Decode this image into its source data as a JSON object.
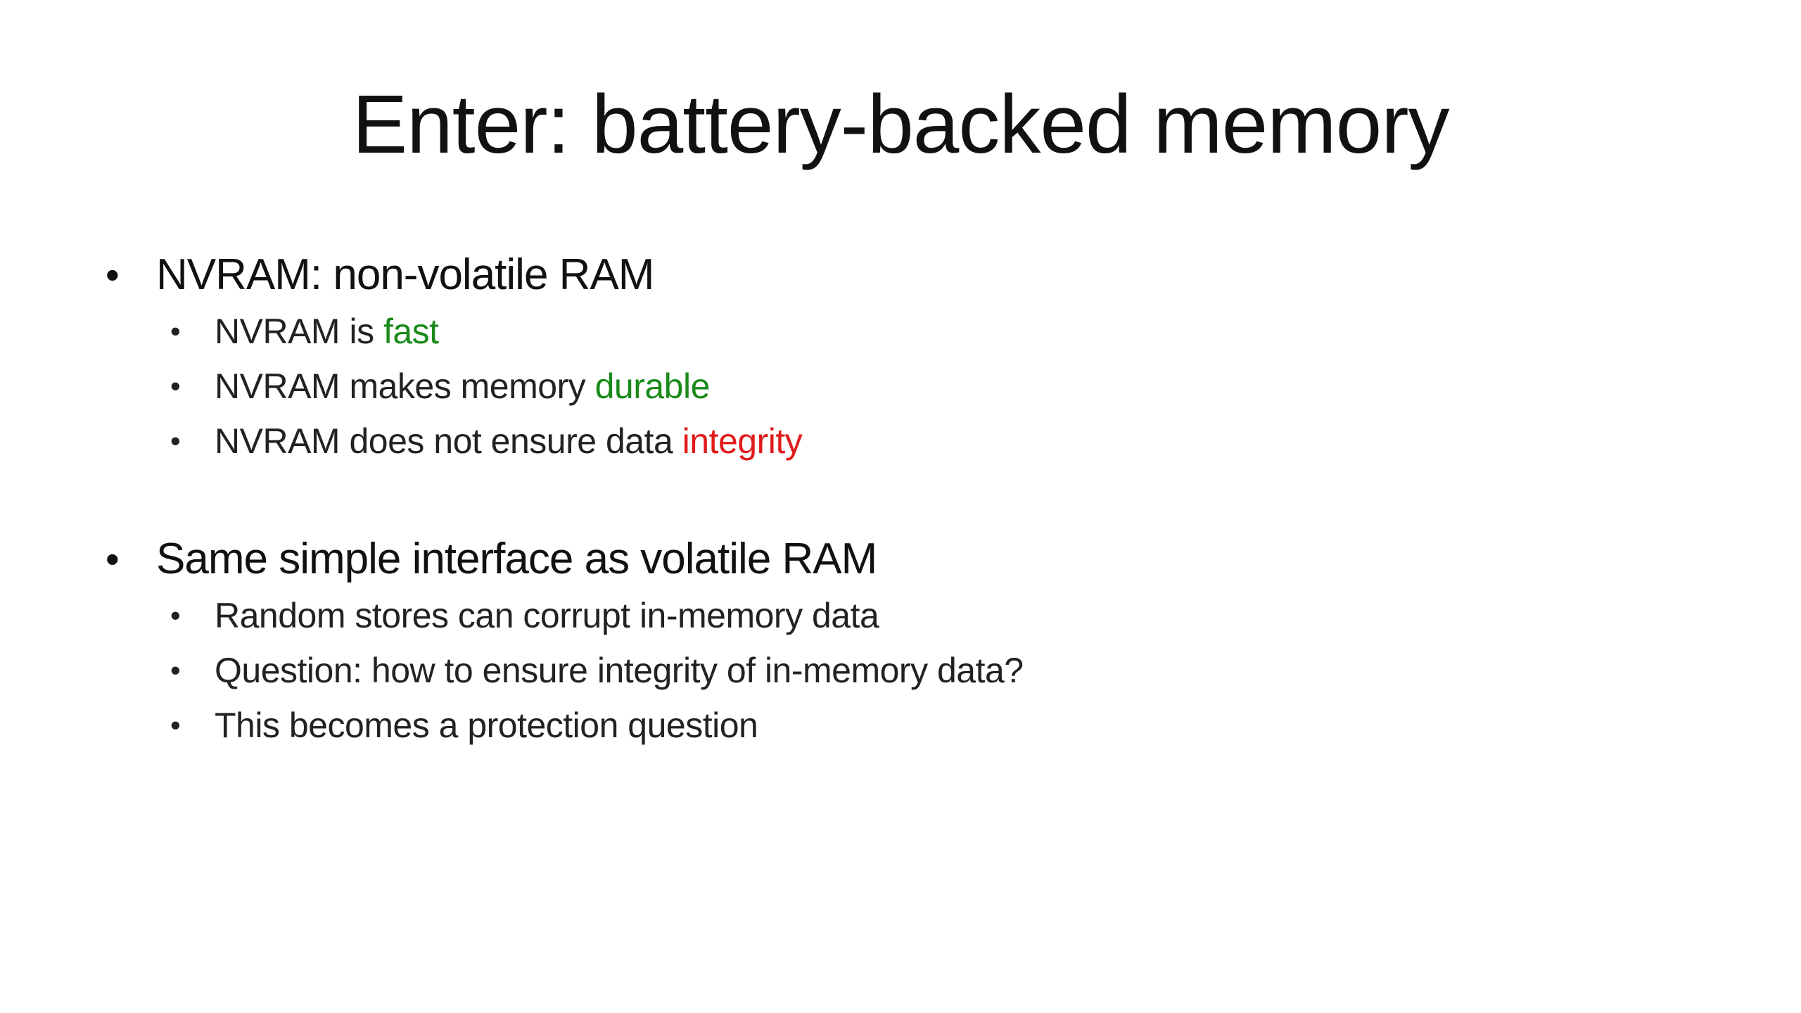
{
  "slide": {
    "title": "Enter: battery-backed memory",
    "colors": {
      "positive": "#1a8a1a",
      "negative": "#e01b1b",
      "text": "#111111"
    },
    "sections": [
      {
        "heading": "NVRAM: non-volatile RAM",
        "items": [
          {
            "prefix": "NVRAM is ",
            "highlight": "fast",
            "highlight_color": "green"
          },
          {
            "prefix": "NVRAM makes memory ",
            "highlight": "durable",
            "highlight_color": "green"
          },
          {
            "prefix": "NVRAM does not ensure data ",
            "highlight": "integrity",
            "highlight_color": "red"
          }
        ]
      },
      {
        "heading": "Same simple interface as volatile RAM",
        "items": [
          {
            "text": "Random stores can corrupt in-memory data"
          },
          {
            "text": "Question: how to ensure integrity of in-memory data?"
          },
          {
            "text": "This becomes a protection question"
          }
        ]
      }
    ]
  }
}
